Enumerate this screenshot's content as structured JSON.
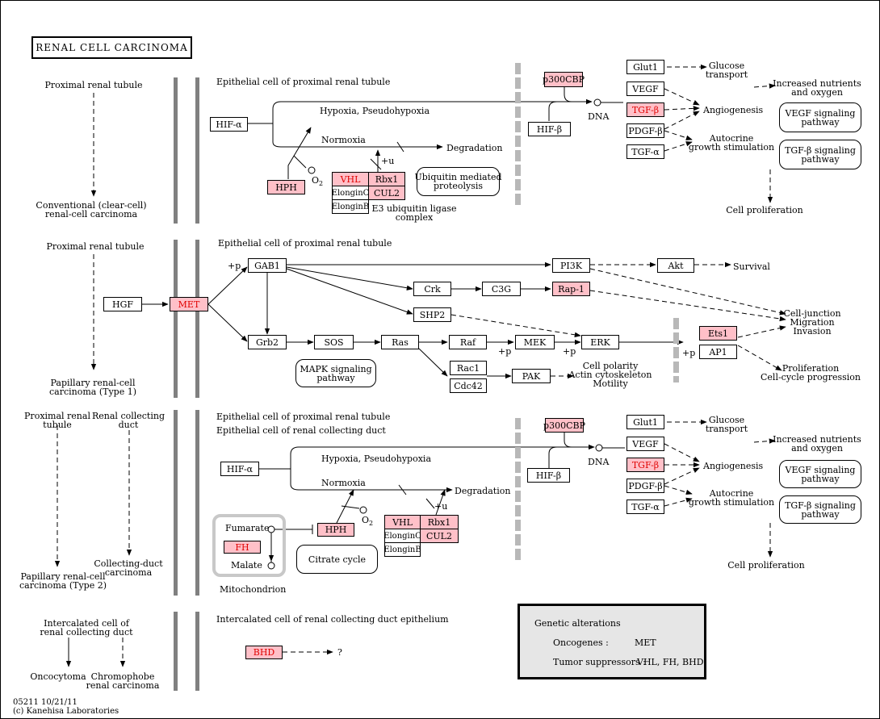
{
  "title": "RENAL CELL CARCINOMA",
  "footer": {
    "id_date": "05211 10/21/11",
    "copyright": "(c) Kanehisa Laboratories"
  },
  "left": {
    "prox1": "Proximal renal tubule",
    "ccrcc": "Conventional (clear-cell)\nrenal-cell carcinoma",
    "prox2": "Proximal renal tubule",
    "prcc1": "Papillary renal-cell\ncarcinoma (Type 1)",
    "prox3": "Proximal renal\ntubule",
    "collduct": "Renal collecting\nduct",
    "prcc2": "Papillary renal-cell\ncarcinoma (Type 2)",
    "cdc": "Collecting-duct\ncarcinoma",
    "intercal": "Intercalated cell of\nrenal collecting duct",
    "onco": "Oncocytoma",
    "chromo": "Chromophobe\nrenal carcinoma"
  },
  "p1": {
    "cell": "Epithelial cell of proximal renal tubule",
    "hifa": "HIF-α",
    "hypoxia": "Hypoxia, Pseudohypoxia",
    "normoxia": "Normoxia",
    "degradation": "Degradation",
    "hph": "HPH",
    "o2": "O",
    "o2sub": "2",
    "plusu": "+u",
    "vhl": "VHL",
    "rbx1": "Rbx1",
    "elonginc": "ElonginC",
    "cul2": "CUL2",
    "elonginb": "ElonginB",
    "e3": "E3 ubiquitin ligase\ncomplex",
    "ubiq": "Ubiquitin mediated\nproteolysis",
    "p300": "p300CBP",
    "hifb": "HIF-β",
    "dna": "DNA",
    "glut1": "Glut1",
    "vegf": "VEGF",
    "tgfb": "TGF-β",
    "pdgfb": "PDGF-β",
    "tgfa": "TGF-α",
    "glucose": "Glucose\ntransport",
    "nutrients": "Increased nutrients\nand oxygen",
    "angio": "Angiogenesis",
    "autocrine": "Autocrine\ngrowth stimulation",
    "vegfpath": "VEGF signaling\npathway",
    "tgfbpath": "TGF-β signaling\npathway",
    "prolif": "Cell proliferation"
  },
  "p2": {
    "cell": "Epithelial cell of proximal renal tubule",
    "hgf": "HGF",
    "met": "MET",
    "gab1": "GAB1",
    "grb2": "Grb2",
    "sos": "SOS",
    "ras": "Ras",
    "raf": "Raf",
    "mek": "MEK",
    "erk": "ERK",
    "crk": "Crk",
    "c3g": "C3G",
    "rap1": "Rap-1",
    "shp2": "SHP2",
    "pi3k": "PI3K",
    "akt": "Akt",
    "survival": "Survival",
    "rac1": "Rac1",
    "cdc42": "Cdc42",
    "pak": "PAK",
    "ets1": "Ets1",
    "ap1": "AP1",
    "mapk": "MAPK signaling\npathway",
    "polarity": "Cell polarity\nActin cytoskeleton\nMotility",
    "junction": "Cell-junction\nMigration\nInvasion",
    "prolif": "Proliferation\nCell-cycle progression",
    "plusp": "+p"
  },
  "p3": {
    "cell1": "Epithelial cell of proximal renal tubule",
    "cell2": "Epithelial cell of renal collecting duct",
    "hifa": "HIF-α",
    "hypoxia": "Hypoxia, Pseudohypoxia",
    "normoxia": "Normoxia",
    "degradation": "Degradation",
    "hph": "HPH",
    "o2": "O",
    "o2sub": "2",
    "plusu": "+u",
    "vhl": "VHL",
    "rbx1": "Rbx1",
    "elonginc": "ElonginC",
    "cul2": "CUL2",
    "elonginb": "ElonginB",
    "fumarate": "Fumarate",
    "fh": "FH",
    "malate": "Malate",
    "mito": "Mitochondrion",
    "citrate": "Citrate cycle",
    "p300": "p300CBP",
    "hifb": "HIF-β",
    "dna": "DNA",
    "glut1": "Glut1",
    "vegf": "VEGF",
    "tgfb": "TGF-β",
    "pdgfb": "PDGF-β",
    "tgfa": "TGF-α",
    "glucose": "Glucose\ntransport",
    "nutrients": "Increased nutrients\nand oxygen",
    "angio": "Angiogenesis",
    "autocrine": "Autocrine\ngrowth stimulation",
    "vegfpath": "VEGF signaling\npathway",
    "tgfbpath": "TGF-β signaling\npathway",
    "prolif": "Cell proliferation"
  },
  "p4": {
    "cell": "Intercalated cell of renal collecting duct epithelium",
    "bhd": "BHD",
    "q": "?"
  },
  "legend": {
    "title": "Genetic alterations",
    "onc_label": "Oncogenes :",
    "onc_val": "MET",
    "ts_label": "Tumor suppressors :",
    "ts_val": "VHL, FH, BHD"
  },
  "colors": {
    "mutated_fill": "#ffc0c8",
    "mutated_text": "#e00000",
    "membrane": "#808080",
    "legend_fill": "#e6e6e6"
  }
}
